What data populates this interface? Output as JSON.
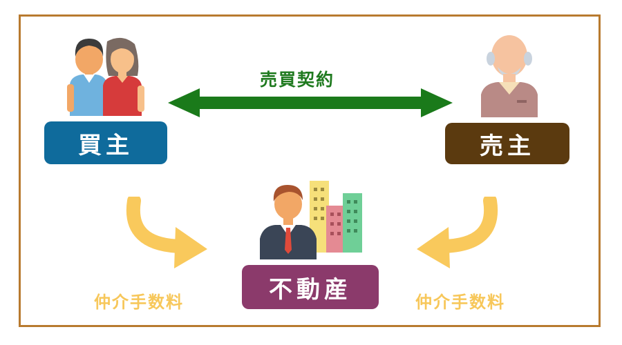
{
  "contract_label": "売買契約",
  "buyer": {
    "label": "買主",
    "color": "#0f6b9c"
  },
  "seller": {
    "label": "売主",
    "color": "#5b3a0f"
  },
  "agent": {
    "label": "不動産",
    "color": "#8b3a6b"
  },
  "fee_left": "仲介手数料",
  "fee_right": "仲介手数料",
  "colors": {
    "frame": "#b87a2f",
    "arrow_green": "#1a7a1a",
    "arrow_yellow": "#f9c95c",
    "fee_text": "#f7c75a"
  },
  "icons": {
    "buyer": "couple-icon",
    "seller": "elderly-man-icon",
    "agent": "businessman-buildings-icon"
  }
}
